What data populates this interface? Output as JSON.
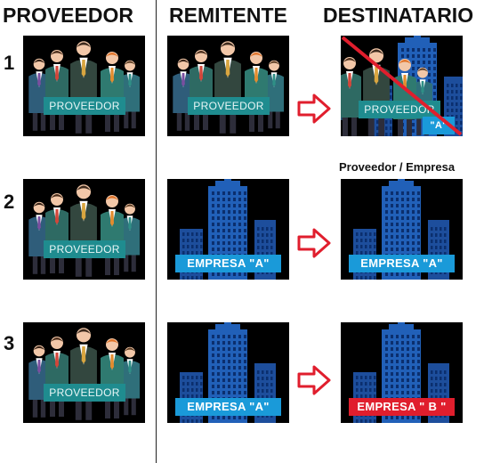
{
  "headers": {
    "col1": "PROVEEDOR",
    "col2": "REMITENTE",
    "col3": "DESTINATARIO"
  },
  "rows": [
    {
      "number": "1",
      "col1_label": "PROVEEDOR",
      "col2_label": "PROVEEDOR",
      "col3_label": "PROVEEDOR",
      "col3_company_label": "\"A\"",
      "col3_caption": "Proveedor / Empresa"
    },
    {
      "number": "2",
      "col1_label": "PROVEEDOR",
      "col2_label": "EMPRESA \"A\"",
      "col3_label": "EMPRESA \"A\""
    },
    {
      "number": "3",
      "col1_label": "PROVEEDOR",
      "col2_label": "EMPRESA \"A\"",
      "col3_label": "EMPRESA \" B \""
    }
  ],
  "colors": {
    "provider_label": "#1f8c8f",
    "company_label": "#1a9ad9",
    "company_b_label": "#e01e2d",
    "arrow": "#e01e2d",
    "strike": "#e01e2d"
  }
}
